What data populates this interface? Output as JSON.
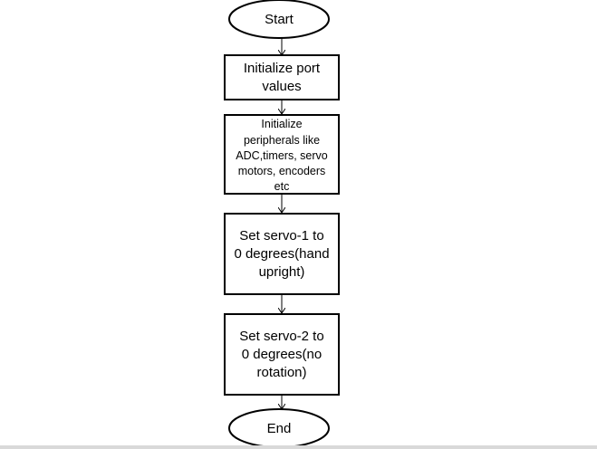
{
  "flowchart": {
    "start": {
      "label": "Start"
    },
    "steps": [
      {
        "id": "init-port",
        "lines": [
          "Initialize port",
          "values"
        ]
      },
      {
        "id": "init-peripherals",
        "lines": [
          "Initialize",
          "peripherals like",
          "ADC,timers, servo",
          "motors, encoders",
          "etc"
        ]
      },
      {
        "id": "set-servo-1",
        "lines": [
          "Set servo-1 to",
          "0 degrees(hand",
          "upright)"
        ]
      },
      {
        "id": "set-servo-2",
        "lines": [
          "Set servo-2 to",
          "0 degrees(no",
          "rotation)"
        ]
      }
    ],
    "end": {
      "label": "End"
    }
  }
}
